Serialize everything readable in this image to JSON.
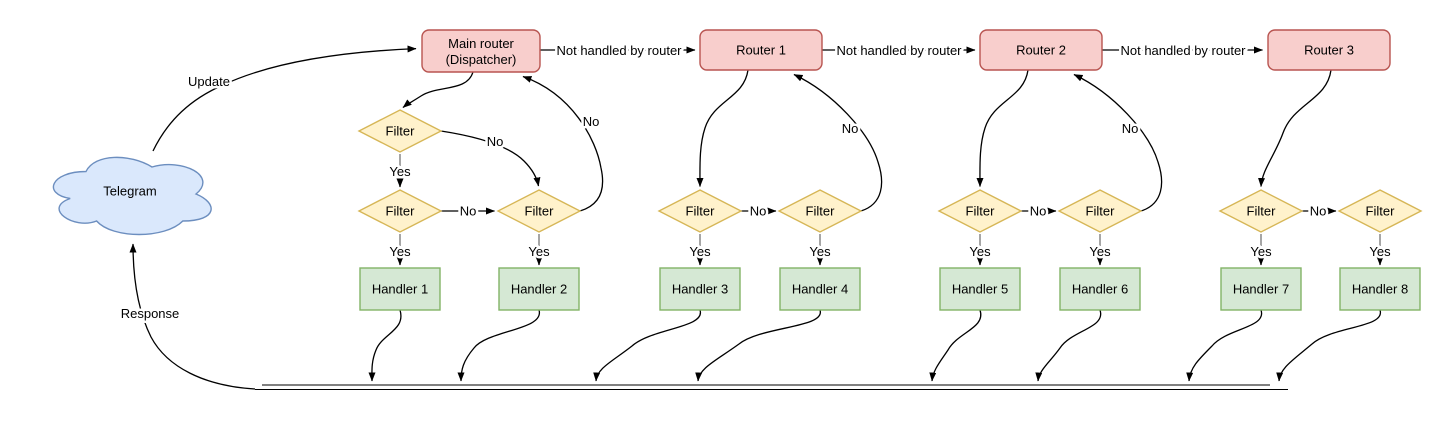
{
  "diagram_type": "flowchart",
  "labels": {
    "update": "Update",
    "response": "Response",
    "not_handled_by_router": "Not handled by router",
    "yes": "Yes",
    "no": "No",
    "filter": "Filter"
  },
  "nodes": {
    "telegram": {
      "label": "Telegram",
      "shape": "cloud"
    },
    "main_router": {
      "label_line1": "Main router",
      "label_line2": "(Dispatcher)",
      "shape": "rounded-rect"
    },
    "routers": [
      {
        "label": "Router 1"
      },
      {
        "label": "Router 2"
      },
      {
        "label": "Router 3"
      }
    ],
    "handlers": [
      {
        "label": "Handler 1"
      },
      {
        "label": "Handler 2"
      },
      {
        "label": "Handler 3"
      },
      {
        "label": "Handler 4"
      },
      {
        "label": "Handler 5"
      },
      {
        "label": "Handler 6"
      },
      {
        "label": "Handler 7"
      },
      {
        "label": "Handler 8"
      }
    ]
  },
  "colors": {
    "background": "#ffffff",
    "cloud_fill": "#dae8fc",
    "cloud_stroke": "#6c8ebf",
    "router_fill": "#f8cecc",
    "router_stroke": "#b85450",
    "filter_fill": "#fff2cc",
    "filter_stroke": "#d6b656",
    "handler_fill": "#d5e8d4",
    "handler_stroke": "#82b366",
    "edge": "#000000",
    "connector_stub": "#7f7f7f",
    "label_text": "#000000"
  }
}
